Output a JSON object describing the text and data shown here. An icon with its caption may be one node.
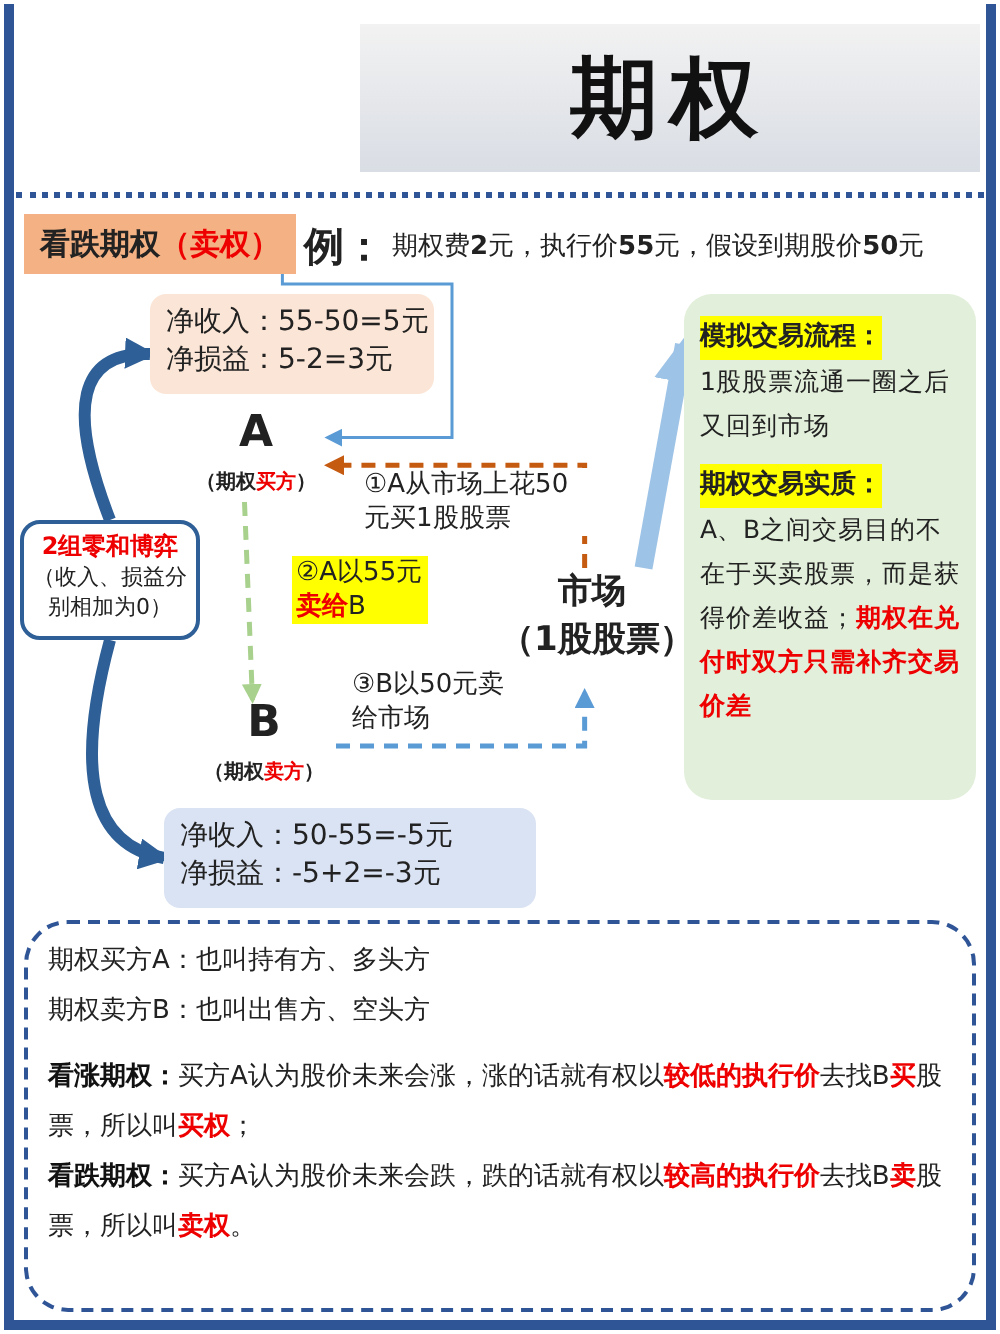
{
  "diagram": {
    "title": "期权",
    "nodes": [
      {
        "text": [
          "看跌期权",
          "（卖权）"
        ]
      },
      {
        "text": [
          "净收入：55-50=5元",
          "净损益：5-2=3元"
        ]
      },
      {
        "text": [
          "A",
          "（期权**买方**）"
        ]
      },
      {
        "text": [
          "B",
          "（期权**卖方**）"
        ]
      },
      {
        "text": [
          "市场",
          "（1股股票）"
        ]
      },
      {
        "text": [
          "2组零和博弈",
          "（收入、损益分别相加为0）"
        ]
      },
      {
        "text": [
          "净收入：50-55=-5元",
          "净损益：-5+2=-3元"
        ]
      },
      {
        "text": [
          "模拟交易流程：",
          "1股股票流通一圈之后又回到市场",
          "期权交易实质：",
          "A、B之间交易目的不在于买卖股票，而是获得价差收益；**期权在兑付时双方只需补齐交易价差**"
        ]
      },
      {
        "text": [
          "期权买方A：也叫持有方、多头方",
          "期权卖方B：也叫出售方、空头方",
          "**看涨期权：**买方A认为股价未来会涨，涨的话就有权以**较低的执行价**去找B**买**股票，所以叫**买权**；",
          "**看跌期权：**买方A认为股价未来会跌，跌的话就有权以**较高的执行价**去找B**卖**股票，所以叫**卖权**。"
        ]
      }
    ],
    "edges": [
      {
        "from": 4,
        "to": 2,
        "arrow": "to",
        "label": "①A从市场上花50元买1股股票",
        "style": "dashed",
        "color": "#c55a11"
      },
      {
        "from": 2,
        "to": 3,
        "arrow": "to",
        "label": "②A以55元**卖给**B",
        "style": "dashed",
        "color": "#a9d18e"
      },
      {
        "from": 3,
        "to": 4,
        "arrow": "to",
        "label": "③B以50元卖给市场",
        "style": "dashed"
      },
      {
        "from": 5,
        "to": 1,
        "arrow": "to",
        "style": "thick",
        "color": "#2e5f96"
      },
      {
        "from": 5,
        "to": 6,
        "arrow": "to",
        "style": "thick",
        "color": "#2e5f96"
      },
      {
        "from": 0,
        "to": 2,
        "arrow": "to"
      },
      {
        "from": 4,
        "to": 7,
        "arrow": "to",
        "style": "thick",
        "color": "#9dc3e6"
      }
    ],
    "labels": [
      "例：",
      "期权费**2**元，执行价**55**元，假设到期股价**50**元"
    ]
  }
}
